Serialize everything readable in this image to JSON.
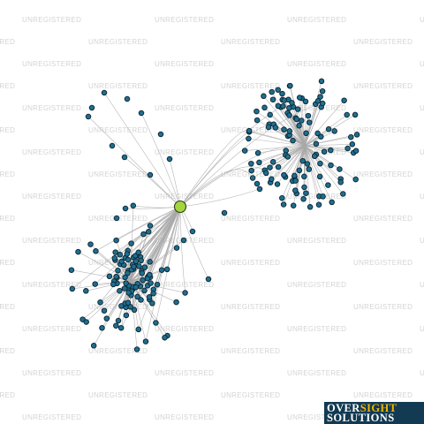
{
  "watermark": {
    "text": "UNREGISTERED"
  },
  "logo": {
    "word1_part1": "OVER",
    "word1_part2": "SIGHT",
    "word2": "SOLUTIONS"
  },
  "colors": {
    "background": "#ffffff",
    "edge": "#a8a8a8",
    "node": "#1f6e8f",
    "hub": "#a3d63f",
    "watermark": "#d4d4d4",
    "logo_bg": "#123a52",
    "logo_accent": "#f2b400"
  },
  "graph": {
    "type": "network",
    "central_node": {
      "highlighted": true
    },
    "clusters": [
      {
        "name": "right-cluster",
        "node_count": 120
      },
      {
        "name": "left-cluster",
        "node_count": 110
      }
    ]
  }
}
